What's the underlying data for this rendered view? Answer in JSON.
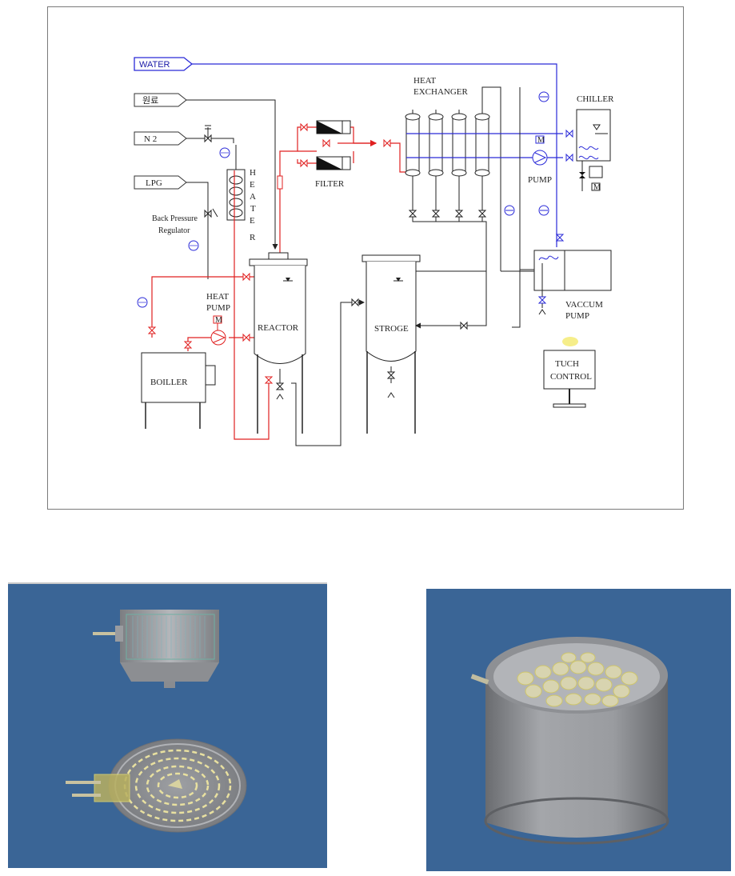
{
  "diagram": {
    "inputs": {
      "water": "WATER",
      "raw": "원료",
      "n2": "N 2",
      "lpg": "LPG"
    },
    "labels": {
      "heat_exchanger_1": "HEAT",
      "heat_exchanger_2": "EXCHANGER",
      "chiller": "CHILLER",
      "filter": "FILTER",
      "pump": "PUMP",
      "heater": [
        "H",
        "E",
        "A",
        "T",
        "E",
        "R"
      ],
      "back_pressure_1": "Back  Pressure",
      "back_pressure_2": "Regulator",
      "heat_pump_1": "HEAT",
      "heat_pump_2": "PUMP",
      "reactor": "REACTOR",
      "storage": "STROGE",
      "boiler": "BOILLER",
      "vacuum_pump_1": "VACCUM",
      "vacuum_pump_2": "PUMP",
      "touch_control_1": "TUCH",
      "touch_control_2": "CONTROL",
      "motor": "M"
    },
    "colors": {
      "water_line": "#2a2ad8",
      "hot_line": "#e02020",
      "process_line": "#222222",
      "frame": "#7a7a7a"
    }
  },
  "renders": {
    "background": "#3a6596",
    "metal": "#9a9ca0",
    "coil_highlight": "#e8e0a0"
  }
}
